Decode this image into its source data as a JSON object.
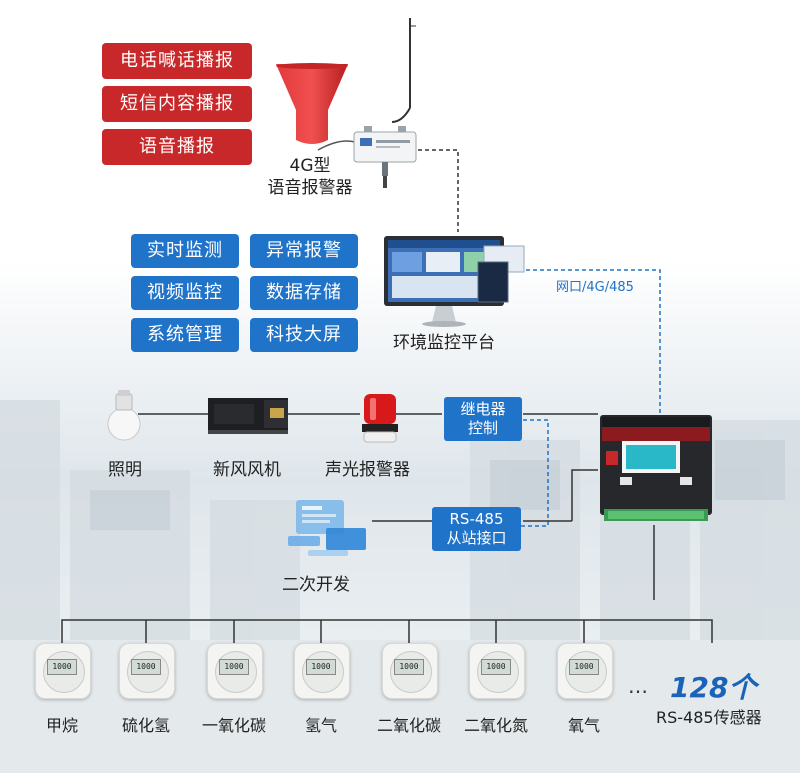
{
  "broadcast_items": [
    "电话喊话播报",
    "短信内容播报",
    "语音播报"
  ],
  "alarm_device": {
    "line1": "4G型",
    "line2": "语音报警器"
  },
  "platform_features": [
    "实时监测",
    "异常报警",
    "视频监控",
    "数据存储",
    "系统管理",
    "科技大屏"
  ],
  "platform_label": "环境监控平台",
  "network_label": "网口/4G/485",
  "relay_box": {
    "line1": "继电器",
    "line2": "控制"
  },
  "rs485_box": {
    "line1": "RS-485",
    "line2": "从站接口"
  },
  "devices": [
    "照明",
    "新风风机",
    "声光报警器"
  ],
  "dev_label": "二次开发",
  "sensor_display": "1000",
  "sensors": [
    "甲烷",
    "硫化氢",
    "一氧化碳",
    "氢气",
    "二氧化碳",
    "二氧化氮",
    "氧气"
  ],
  "sensor_count": "128个",
  "sensor_type": "RS-485传感器",
  "ellipsis": "…",
  "colors": {
    "red": "#c8282a",
    "blue": "#1f73c8",
    "dark_blue": "#1a63b8"
  }
}
